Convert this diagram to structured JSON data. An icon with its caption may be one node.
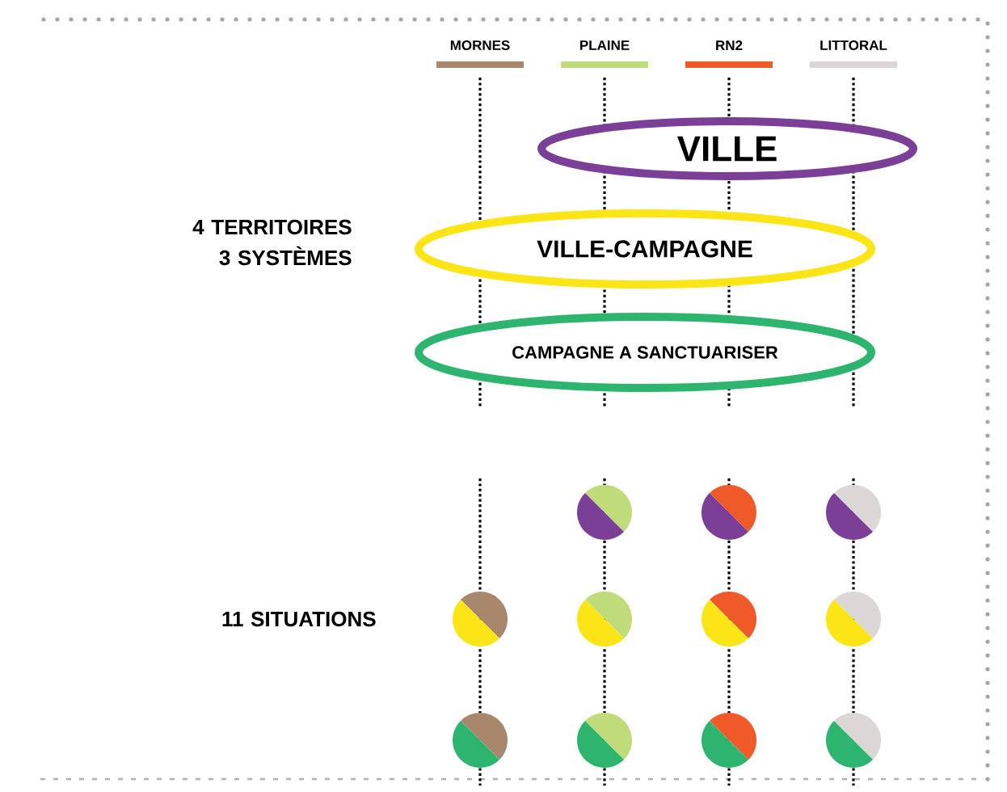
{
  "diagram": {
    "nodes": [
      {
        "text": [
          "VILLE"
        ]
      },
      {
        "text": [
          "VILLE-CAMPAGNE"
        ]
      },
      {
        "text": [
          "CAMPAGNE A SANCTUARISER"
        ]
      },
      {
        "text": [],
        "shape": "circle"
      },
      {
        "text": [],
        "shape": "circle"
      },
      {
        "text": [],
        "shape": "circle"
      },
      {
        "text": [],
        "shape": "circle"
      },
      {
        "text": [],
        "shape": "circle"
      },
      {
        "text": [],
        "shape": "circle"
      },
      {
        "text": [],
        "shape": "circle"
      },
      {
        "text": [],
        "shape": "circle"
      },
      {
        "text": [],
        "shape": "circle"
      },
      {
        "text": [],
        "shape": "circle"
      },
      {
        "text": [],
        "shape": "circle"
      }
    ],
    "labels": [
      "4 TERRITOIRES 3 SYSTÈMES",
      "11 SITUATIONS"
    ],
    "legend": [
      {
        "text": "MORNES",
        "color": "#a8876d"
      },
      {
        "text": "PLAINE",
        "color": "#c0dc7a"
      },
      {
        "text": "RN2",
        "color": "#f05a28"
      },
      {
        "text": "LITTORAL",
        "color": "#dcd7d6"
      }
    ]
  }
}
